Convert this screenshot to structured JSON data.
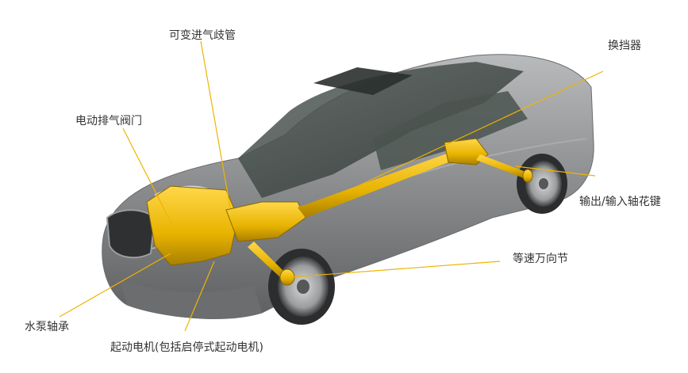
{
  "colors": {
    "background": "#ffffff",
    "car_body": "#8a8c8e",
    "car_body_dark": "#5d5f61",
    "glass": "#3b4441",
    "drivetrain": "#e8b300",
    "leader_line": "#f0b400",
    "label_text": "#333333"
  },
  "labels": {
    "intake_manifold": "可变进气歧管",
    "shifter": "换挡器",
    "exhaust_valve": "电动排气阀门",
    "shaft_spline": "输出/输入轴花键",
    "cv_joint": "等速万向节",
    "water_pump": "水泵轴承",
    "starter_motor": "起动电机(包括启停式起动电机)"
  }
}
